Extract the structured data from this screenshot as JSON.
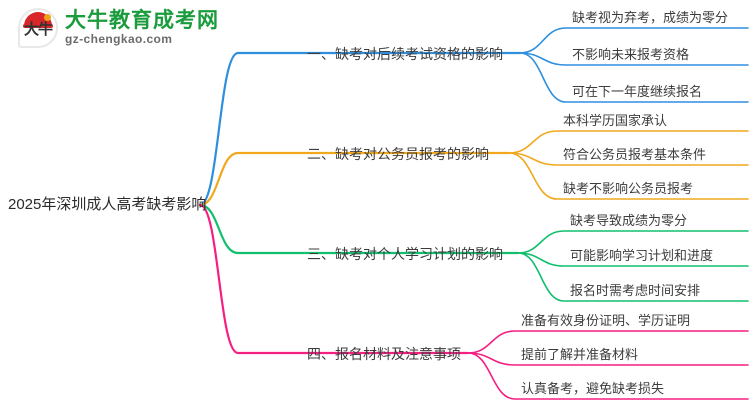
{
  "logo": {
    "mark_name": "daniu-logo-icon",
    "glyph": "大牛",
    "title": "大牛教育成考网",
    "subtitle": "gz-chengkao.com",
    "title_color": "#1a9c3c",
    "mark_color": "#d8262a"
  },
  "mindmap": {
    "root": "2025年深圳成人高考缺考影响",
    "branches": [
      {
        "label": "一、缺考对后续考试资格的影响",
        "color": "#2e8fe0",
        "leaves": [
          "缺考视为弃考，成绩为零分",
          "不影响未来报考资格",
          "可在下一年度继续报名"
        ]
      },
      {
        "label": "二、缺考对公务员报考的影响",
        "color": "#f0a81e",
        "leaves": [
          "本科学历国家承认",
          "符合公务员报考基本条件",
          "缺考不影响公务员报考"
        ]
      },
      {
        "label": "三、缺考对个人学习计划的影响",
        "color": "#11bf6e",
        "leaves": [
          "缺考导致成绩为零分",
          "可能影响学习计划和进度",
          "报名时需考虑时间安排"
        ]
      },
      {
        "label": "四、报名材料及注意事项",
        "color": "#f51f82",
        "leaves": [
          "准备有效身份证明、学历证明",
          "提前了解并准备材料",
          "认真备考，避免缺考损失"
        ]
      }
    ]
  }
}
